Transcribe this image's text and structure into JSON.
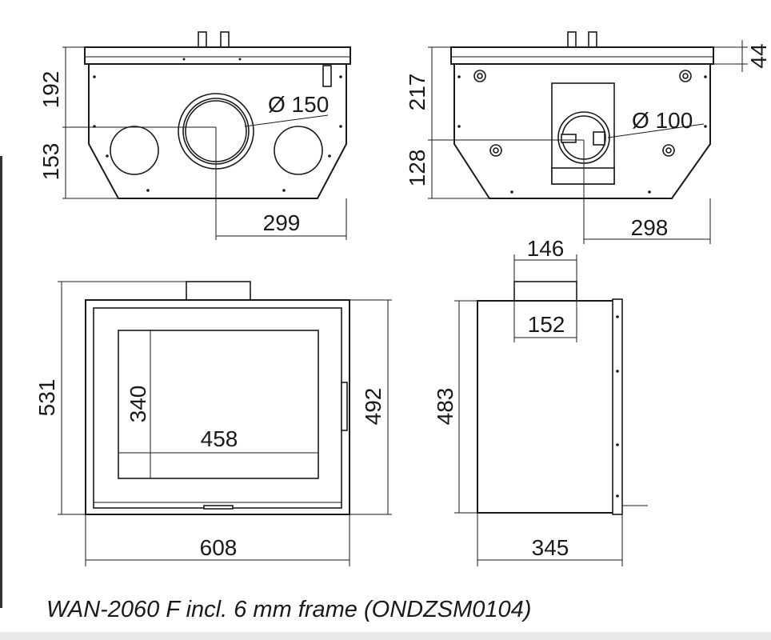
{
  "caption": "WAN-2060 F incl. 6 mm frame (ONDZSM0104)",
  "views": {
    "top_left": {
      "height_upper": "192",
      "height_lower": "153",
      "diameter": "Ø 150",
      "offset": "299"
    },
    "top_right": {
      "height_upper": "217",
      "height_lower": "128",
      "top_flange": "44",
      "diameter": "Ø 100",
      "offset": "298"
    },
    "front": {
      "overall_height": "531",
      "frame_height": "492",
      "glass_height": "340",
      "glass_width": "458",
      "overall_width": "608"
    },
    "side": {
      "collar_outer": "146",
      "collar_inner": "152",
      "height": "483",
      "depth": "345"
    }
  }
}
